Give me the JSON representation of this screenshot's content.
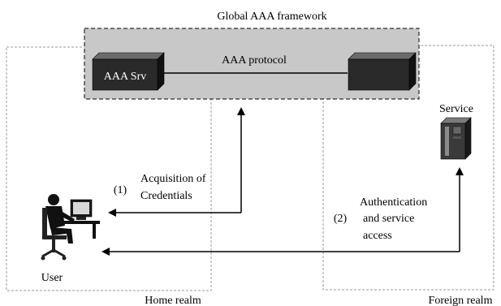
{
  "diagram": {
    "framework_title": "Global AAA framework",
    "aaa_server_label": "AAA Srv",
    "protocol_label": "AAA protocol",
    "service_label": "Service",
    "step1_number": "(1)",
    "step1_line1": "Acquisition of",
    "step1_line2": "Credentials",
    "step2_number": "(2)",
    "step2_line1": "Authentication",
    "step2_line2": "and service",
    "step2_line3": "access",
    "user_label": "User",
    "home_realm_label": "Home realm",
    "foreign_realm_label": "Foreign realm"
  },
  "colors": {
    "framework_fill": "#c8c8c8",
    "server_box": "#2a2a2a",
    "line": "#000000",
    "realm_border": "#9a9a9a"
  },
  "icons": {
    "user": "user-at-computer-icon",
    "service": "server-tower-icon"
  }
}
